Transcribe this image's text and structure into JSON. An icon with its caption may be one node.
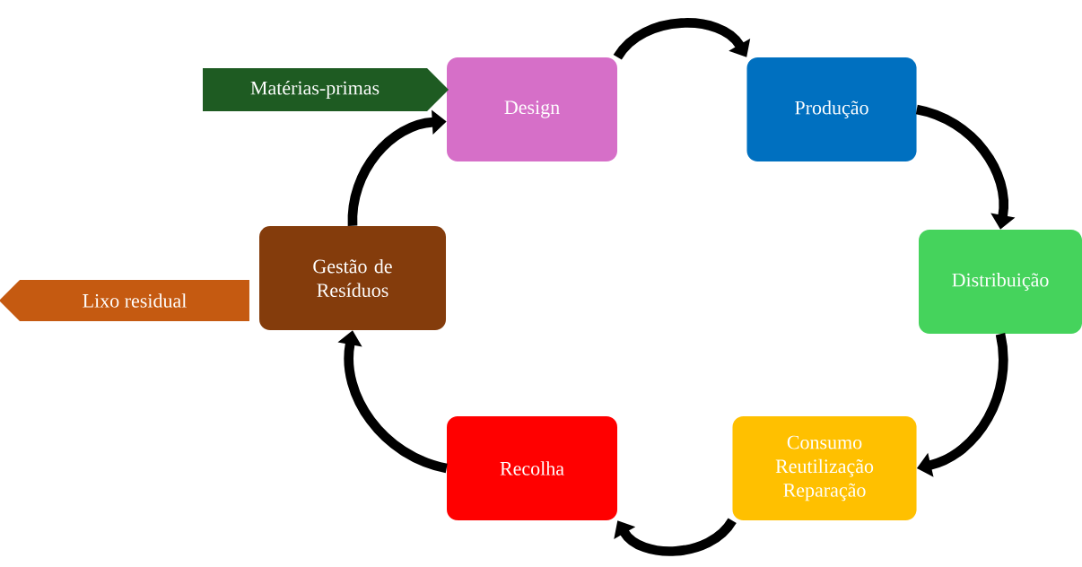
{
  "diagram": {
    "nodes": [
      {
        "text": [
          "Design"
        ]
      },
      {
        "text": [
          "Produção"
        ]
      },
      {
        "text": [
          "Distribuição"
        ]
      },
      {
        "text": [
          "Consumo Reutilização Reparação"
        ]
      },
      {
        "text": [
          "Recolha"
        ]
      },
      {
        "text": [
          "Gestão de Resíduos"
        ]
      },
      {
        "text": [
          "Matérias-primas"
        ]
      },
      {
        "text": [
          "Lixo residual"
        ]
      }
    ],
    "edges": [
      {
        "from": 0,
        "to": 1,
        "arrow": "to"
      },
      {
        "from": 1,
        "to": 2,
        "arrow": "to"
      },
      {
        "from": 2,
        "to": 3,
        "arrow": "to"
      },
      {
        "from": 3,
        "to": 4,
        "arrow": "to"
      },
      {
        "from": 4,
        "to": 5,
        "arrow": "to"
      },
      {
        "from": 5,
        "to": 0,
        "arrow": "to"
      }
    ]
  }
}
